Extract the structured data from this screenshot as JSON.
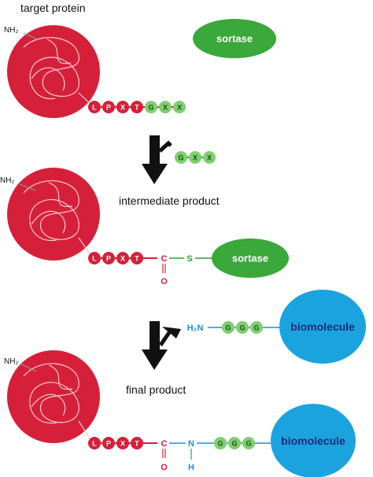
{
  "labels": {
    "target_protein": "target protein",
    "intermediate_product": "intermediate product",
    "final_product": "final product",
    "nh2": "NH₂",
    "h2n": "H₂N",
    "sortase": "sortase",
    "biomolecule": "biomolecule",
    "carbon": "C",
    "oxygen": "O",
    "sulfur": "S",
    "nitrogen": "N",
    "hydrogen": "H"
  },
  "motifs": {
    "lpxt": [
      "L",
      "P",
      "X",
      "T"
    ],
    "gxx": [
      "G",
      "X",
      "X"
    ],
    "ggg": [
      "G",
      "G",
      "G"
    ]
  },
  "colors": {
    "protein": "#d6203a",
    "sortase": "#3aa83a",
    "bead_green": "#7fcf6e",
    "biomolecule": "#1aa3df",
    "arrow": "#111111",
    "linker_red": "#d6203a",
    "linker_blue": "#1f8fd6",
    "linker_green": "#2f9e2f"
  }
}
